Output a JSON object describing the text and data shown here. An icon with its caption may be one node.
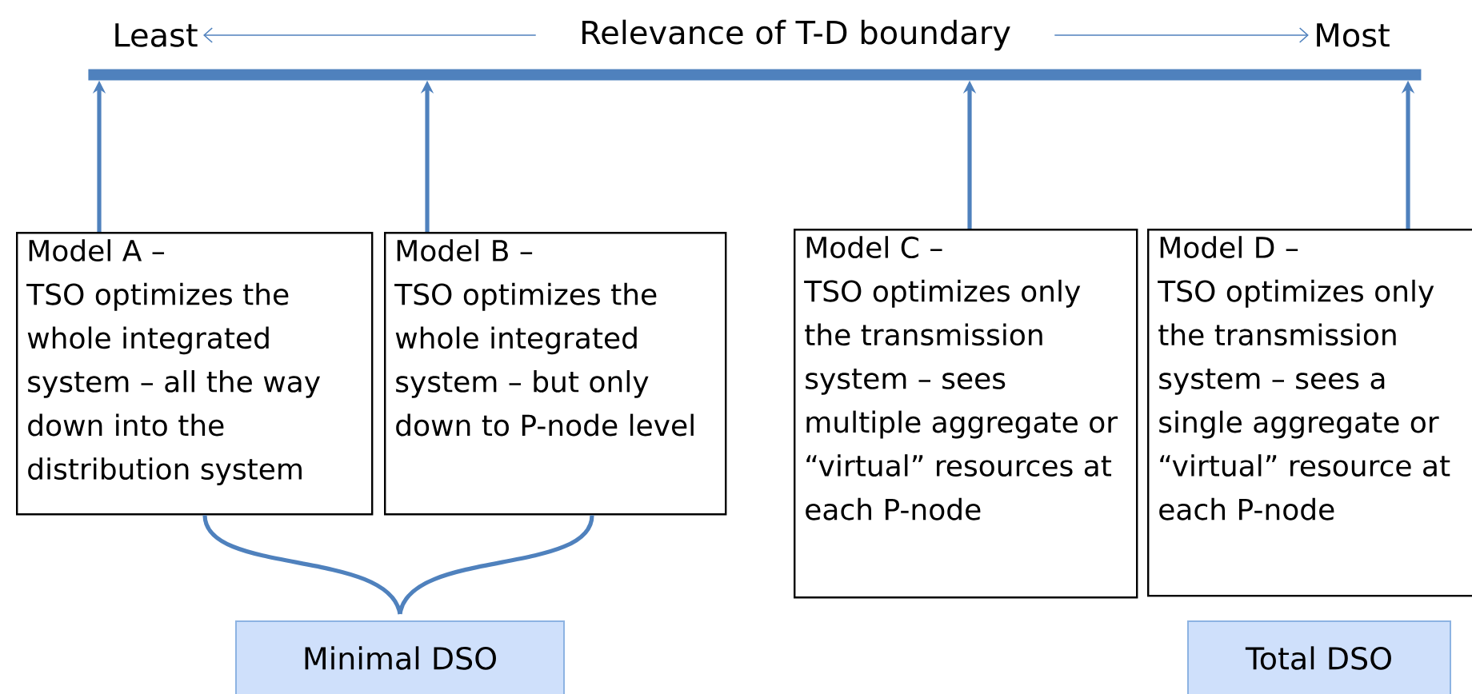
{
  "diagram": {
    "nodes": [
      {
        "text": [
          "Least"
        ]
      },
      {
        "text": [
          "Relevance of T-D boundary"
        ]
      },
      {
        "text": [
          "Most"
        ]
      },
      {
        "text": [],
        "shape": "bar"
      },
      {
        "text": [
          "Model A –",
          "TSO optimizes the whole integrated system – all the way down into the distribution system"
        ]
      },
      {
        "text": [
          "Model B –",
          "TSO optimizes the whole integrated system – but only down to P-node level"
        ]
      },
      {
        "text": [
          "Model C –",
          "TSO optimizes only the transmission system – sees multiple aggregate or “virtual” resources at each P-node"
        ]
      },
      {
        "text": [
          "Model D –",
          "TSO optimizes only the transmission system – sees a single aggregate or “virtual” resource at each P-node"
        ]
      },
      {
        "text": [
          "Minimal DSO"
        ]
      },
      {
        "text": [
          "Total DSO"
        ]
      }
    ],
    "edges": [
      {
        "from": 1,
        "to": 0,
        "arrow": "to"
      },
      {
        "from": 1,
        "to": 2,
        "arrow": "to"
      },
      {
        "from": 4,
        "to": 3,
        "arrow": "to"
      },
      {
        "from": 5,
        "to": 3,
        "arrow": "to"
      },
      {
        "from": 6,
        "to": 3,
        "arrow": "to"
      },
      {
        "from": 7,
        "to": 3,
        "arrow": "to"
      },
      {
        "from": 4,
        "to": 8,
        "arrow": "none"
      },
      {
        "from": 5,
        "to": 8,
        "arrow": "none"
      }
    ]
  }
}
